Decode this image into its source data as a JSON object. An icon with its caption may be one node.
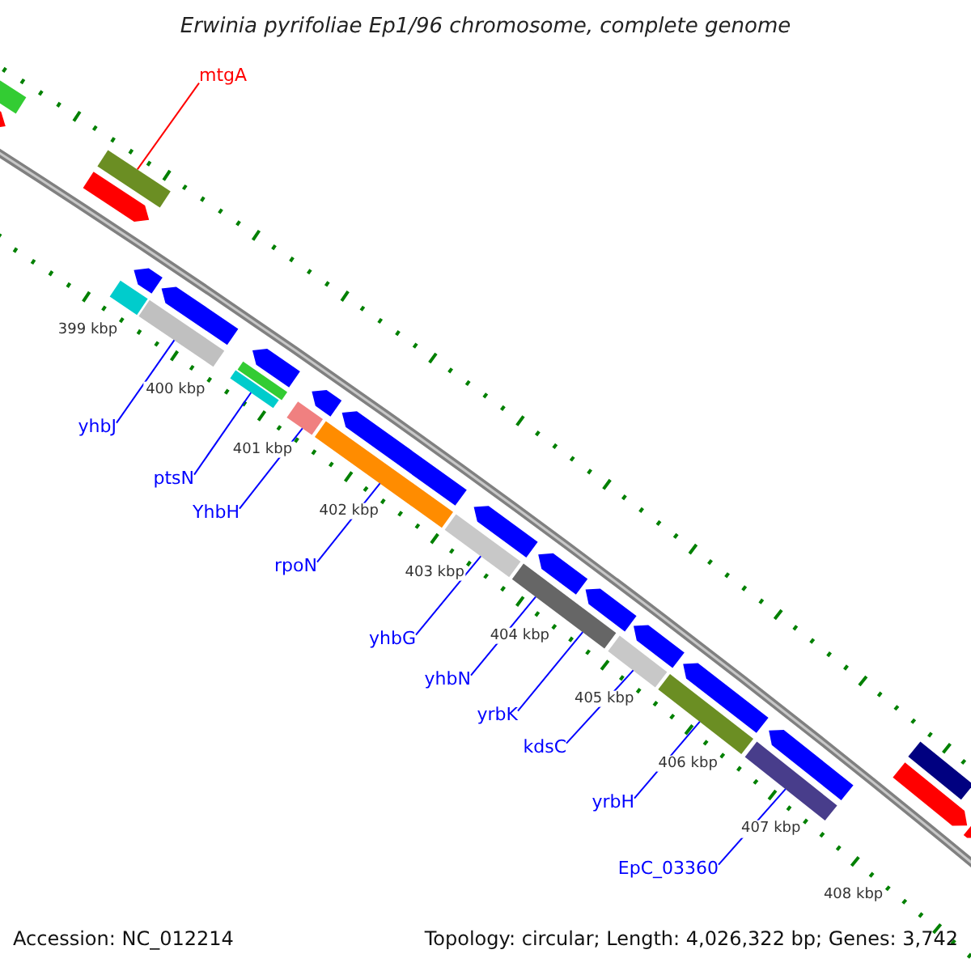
{
  "diagram": {
    "title": "Erwinia pyrifoliae Ep1/96 chromosome, complete genome",
    "nodes": [
      {
        "text": [
          "mtgA"
        ]
      },
      {
        "text": [
          "yhbJ"
        ]
      },
      {
        "text": [
          "ptsN"
        ]
      },
      {
        "text": [
          "YhbH"
        ]
      },
      {
        "text": [
          "rpoN"
        ]
      },
      {
        "text": [
          "yhbG"
        ]
      },
      {
        "text": [
          "yhbN"
        ]
      },
      {
        "text": [
          "yrbK"
        ]
      },
      {
        "text": [
          "kdsC"
        ]
      },
      {
        "text": [
          "yrbH"
        ]
      },
      {
        "text": [
          "EpC_03360"
        ]
      },
      {
        "text": [],
        "shape": "bar"
      },
      {
        "text": [],
        "shape": "arrow"
      },
      {
        "text": [],
        "shape": "arrow"
      },
      {
        "text": [],
        "shape": "bar"
      },
      {
        "text": [],
        "shape": "bar"
      },
      {
        "text": [],
        "shape": "arrow"
      },
      {
        "text": [],
        "shape": "bar"
      },
      {
        "text": [],
        "shape": "arrow"
      },
      {
        "text": [],
        "shape": "bar"
      },
      {
        "text": [],
        "shape": "bar"
      },
      {
        "text": [],
        "shape": "arrow"
      },
      {
        "text": [],
        "shape": "bar"
      },
      {
        "text": [],
        "shape": "arrow"
      },
      {
        "text": [],
        "shape": "bar"
      },
      {
        "text": [],
        "shape": "arrow"
      },
      {
        "text": [],
        "shape": "bar"
      },
      {
        "text": [],
        "shape": "arrow"
      },
      {
        "text": [],
        "shape": "bar"
      },
      {
        "text": [],
        "shape": "arrow"
      },
      {
        "text": [],
        "shape": "arrow"
      },
      {
        "text": [],
        "shape": "bar"
      },
      {
        "text": [],
        "shape": "arrow"
      },
      {
        "text": [],
        "shape": "bar"
      },
      {
        "text": [],
        "shape": "arrow"
      },
      {
        "text": [],
        "shape": "bar"
      },
      {
        "text": [],
        "shape": "arrow"
      },
      {
        "text": [],
        "shape": "arrow"
      },
      {
        "text": [],
        "shape": "bar"
      },
      {
        "text": [],
        "shape": "arrow"
      }
    ],
    "edges": [
      {
        "from": 0,
        "to": 14,
        "arrow": "none",
        "color": "#ff0000"
      },
      {
        "from": 1,
        "to": 17,
        "arrow": "none"
      },
      {
        "from": 2,
        "to": 19,
        "arrow": "none"
      },
      {
        "from": 3,
        "to": 22,
        "arrow": "none"
      },
      {
        "from": 4,
        "to": 24,
        "arrow": "none"
      },
      {
        "from": 5,
        "to": 26,
        "arrow": "none"
      },
      {
        "from": 6,
        "to": 28,
        "arrow": "none"
      },
      {
        "from": 7,
        "to": 28,
        "arrow": "none"
      },
      {
        "from": 8,
        "to": 31,
        "arrow": "none"
      },
      {
        "from": 9,
        "to": 33,
        "arrow": "none"
      },
      {
        "from": 10,
        "to": 35,
        "arrow": "none"
      }
    ],
    "labels": [
      "399 kbp",
      "400 kbp",
      "401 kbp",
      "402 kbp",
      "403 kbp",
      "404 kbp",
      "405 kbp",
      "406 kbp",
      "407 kbp",
      "408 kbp",
      "Accession: NC_012214",
      "Topology: circular; Length: 4,026,322 bp; Genes: 3,742"
    ]
  }
}
